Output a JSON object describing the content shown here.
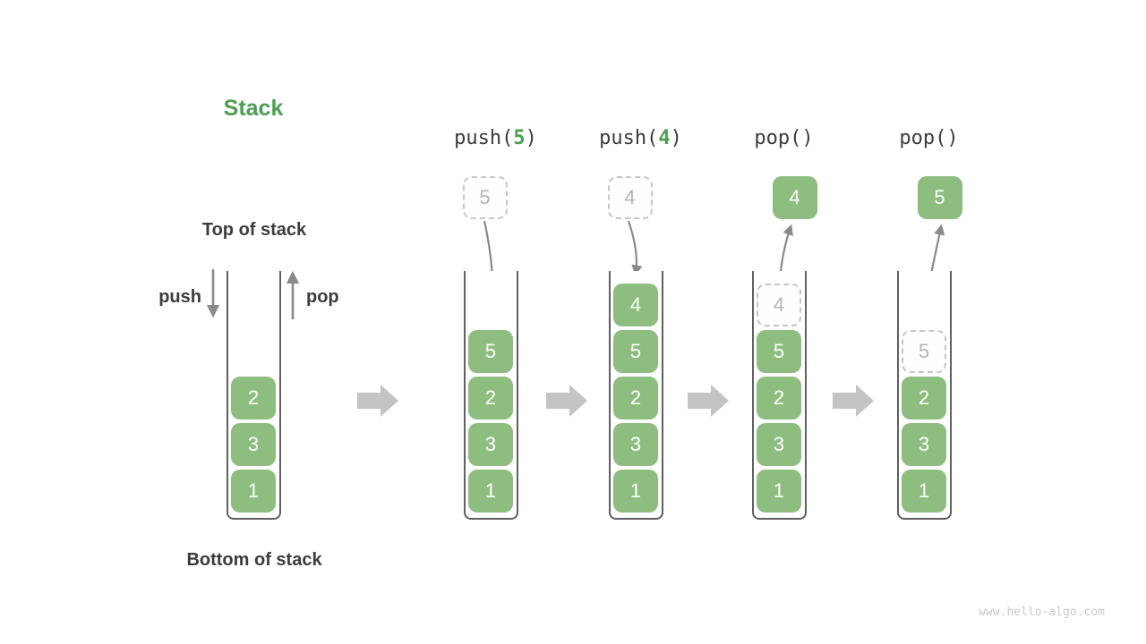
{
  "title": "Stack",
  "labels": {
    "top": "Top of stack",
    "bottom": "Bottom of stack",
    "push": "push",
    "pop": "pop"
  },
  "watermark": "www.hello-algo.com",
  "colors": {
    "box_green": "#8dbe7f",
    "green_text": "#4e9d52",
    "dark_text": "#3c3c3c",
    "arrow_gray": "#8a8a8a",
    "block_arrow_gray": "#c4c4c4",
    "ghost_gray": "#b5b5b5"
  },
  "base_stack": {
    "items_top_to_bottom": [
      "2",
      "3",
      "1"
    ]
  },
  "operations": [
    {
      "name": "push-5",
      "label": {
        "pre": "push(",
        "arg": "5",
        "post": ")"
      },
      "floating": {
        "value": "5",
        "variant": "ghost"
      },
      "direction": "down",
      "stack_top_to_bottom": [
        {
          "value": "5",
          "variant": "solid"
        },
        {
          "value": "2",
          "variant": "solid"
        },
        {
          "value": "3",
          "variant": "solid"
        },
        {
          "value": "1",
          "variant": "solid"
        }
      ]
    },
    {
      "name": "push-4",
      "label": {
        "pre": "push(",
        "arg": "4",
        "post": ")"
      },
      "floating": {
        "value": "4",
        "variant": "ghost"
      },
      "direction": "down",
      "stack_top_to_bottom": [
        {
          "value": "4",
          "variant": "solid"
        },
        {
          "value": "5",
          "variant": "solid"
        },
        {
          "value": "2",
          "variant": "solid"
        },
        {
          "value": "3",
          "variant": "solid"
        },
        {
          "value": "1",
          "variant": "solid"
        }
      ]
    },
    {
      "name": "pop-first",
      "label": {
        "pre": "pop()",
        "arg": "",
        "post": ""
      },
      "floating": {
        "value": "4",
        "variant": "solid"
      },
      "direction": "up",
      "stack_top_to_bottom": [
        {
          "value": "4",
          "variant": "ghost"
        },
        {
          "value": "5",
          "variant": "solid"
        },
        {
          "value": "2",
          "variant": "solid"
        },
        {
          "value": "3",
          "variant": "solid"
        },
        {
          "value": "1",
          "variant": "solid"
        }
      ]
    },
    {
      "name": "pop-second",
      "label": {
        "pre": "pop()",
        "arg": "",
        "post": ""
      },
      "floating": {
        "value": "5",
        "variant": "solid"
      },
      "direction": "up",
      "stack_top_to_bottom": [
        {
          "value": "5",
          "variant": "ghost"
        },
        {
          "value": "2",
          "variant": "solid"
        },
        {
          "value": "3",
          "variant": "solid"
        },
        {
          "value": "1",
          "variant": "solid"
        }
      ]
    }
  ]
}
